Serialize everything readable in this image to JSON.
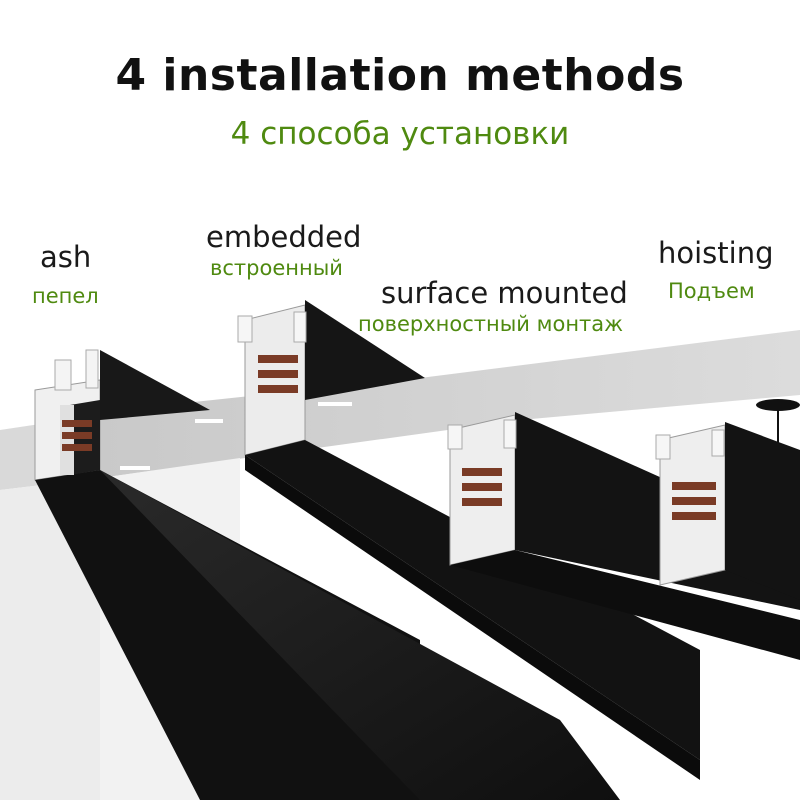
{
  "header": {
    "title": "4 installation methods",
    "subtitle": "4 способа установки"
  },
  "methods": [
    {
      "label": "ash",
      "label_ru": "пепел"
    },
    {
      "label": "embedded",
      "label_ru": "встроенный"
    },
    {
      "label": "surface mounted",
      "label_ru": "поверхностный монтаж"
    },
    {
      "label": "hoisting",
      "label_ru": "Подъем"
    }
  ],
  "colors": {
    "profile_black": "#1b1b1b",
    "aluminum": "#e8e8e8",
    "copper": "#7a3b26",
    "ceiling": "#d6d6d6",
    "green_text": "#4f8a10"
  }
}
